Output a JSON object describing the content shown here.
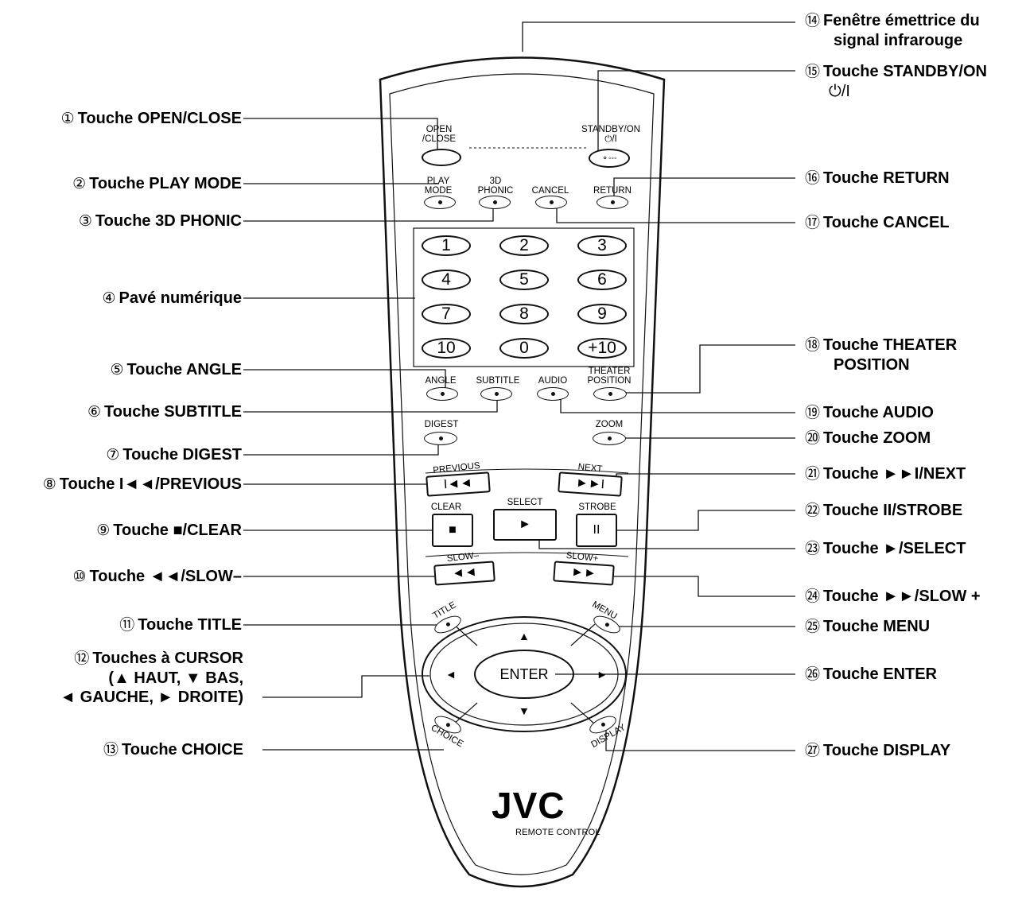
{
  "callouts_left": [
    {
      "num": "①",
      "text": "Touche OPEN/CLOSE"
    },
    {
      "num": "②",
      "text": "Touche PLAY MODE"
    },
    {
      "num": "③",
      "text": "Touche 3D PHONIC"
    },
    {
      "num": "④",
      "text": "Pavé numérique"
    },
    {
      "num": "⑤",
      "text": "Touche ANGLE"
    },
    {
      "num": "⑥",
      "text": "Touche SUBTITLE"
    },
    {
      "num": "⑦",
      "text": "Touche DIGEST"
    },
    {
      "num": "⑧",
      "text": "Touche I◄◄/PREVIOUS"
    },
    {
      "num": "⑨",
      "text": "Touche ■/CLEAR"
    },
    {
      "num": "⑩",
      "text": "Touche ◄◄/SLOW–"
    },
    {
      "num": "⑪",
      "text": "Touche TITLE"
    },
    {
      "num": "⑫",
      "text": "Touches à CURSOR",
      "line2": "(▲ HAUT, ▼ BAS,",
      "line3": "◄ GAUCHE, ► DROITE)"
    },
    {
      "num": "⑬",
      "text": "Touche CHOICE"
    }
  ],
  "callouts_right": [
    {
      "num": "⑭",
      "text": "Fenêtre émettrice du",
      "line2": "signal infrarouge"
    },
    {
      "num": "⑮",
      "text": "Touche STANDBY/ON",
      "line2": "⏻/I"
    },
    {
      "num": "⑯",
      "text": "Touche RETURN"
    },
    {
      "num": "⑰",
      "text": "Touche CANCEL"
    },
    {
      "num": "⑱",
      "text": "Touche THEATER",
      "line2": "POSITION"
    },
    {
      "num": "⑲",
      "text": "Touche AUDIO"
    },
    {
      "num": "⑳",
      "text": "Touche ZOOM"
    },
    {
      "num": "㉑",
      "text": "Touche ►►I/NEXT"
    },
    {
      "num": "㉒",
      "text": "Touche II/STROBE"
    },
    {
      "num": "㉓",
      "text": "Touche ►/SELECT"
    },
    {
      "num": "㉔",
      "text": "Touche ►►/SLOW +"
    },
    {
      "num": "㉕",
      "text": "Touche MENU"
    },
    {
      "num": "㉖",
      "text": "Touche ENTER"
    },
    {
      "num": "㉗",
      "text": "Touche DISPLAY"
    }
  ],
  "remote": {
    "open_close": "OPEN\n/CLOSE",
    "standby_on": "STANDBY/ON\n⏻/I",
    "play_mode": "PLAY\nMODE",
    "phonic_3d": "3D\nPHONIC",
    "cancel": "CANCEL",
    "return": "RETURN",
    "digits": [
      "1",
      "2",
      "3",
      "4",
      "5",
      "6",
      "7",
      "8",
      "9",
      "10",
      "0",
      "+10"
    ],
    "angle": "ANGLE",
    "subtitle": "SUBTITLE",
    "audio": "AUDIO",
    "theater_position": "THEATER\nPOSITION",
    "digest": "DIGEST",
    "zoom": "ZOOM",
    "previous": "PREVIOUS",
    "next": "NEXT",
    "clear": "CLEAR",
    "select": "SELECT",
    "strobe": "STROBE",
    "slow_minus": "SLOW–",
    "slow_plus": "SLOW+",
    "title": "TITLE",
    "menu": "MENU",
    "enter": "ENTER",
    "choice": "CHOICE",
    "display": "DISPLAY",
    "brand": "JVC",
    "brand_sub": "REMOTE CONTROL"
  },
  "icons": {
    "prev": "I◄◄",
    "next": "►►I",
    "stop": "■",
    "play": "►",
    "pause": "II",
    "rew": "◄◄",
    "ff": "►►",
    "up": "▲",
    "down": "▼",
    "left": "◄",
    "right": "►"
  }
}
